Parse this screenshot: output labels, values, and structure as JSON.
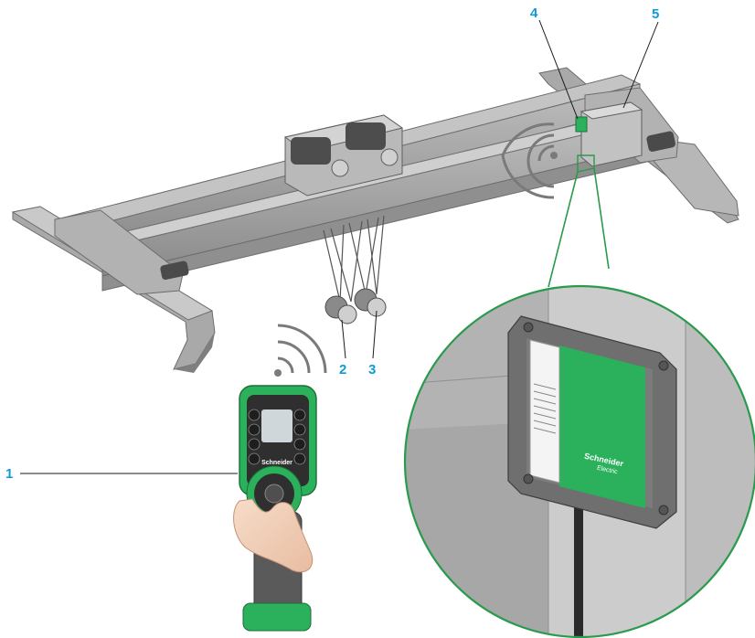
{
  "callouts": [
    {
      "id": "1",
      "label": "1"
    },
    {
      "id": "2",
      "label": "2"
    },
    {
      "id": "3",
      "label": "3"
    },
    {
      "id": "4",
      "label": "4"
    },
    {
      "id": "5",
      "label": "5"
    }
  ],
  "brand_text": "Schneider",
  "brand_sub": "Electric",
  "colors": {
    "callout": "#0d9bd7",
    "green": "#2bb15c",
    "leader": "#2a9a4c",
    "steel": "#9a9a9a",
    "steel_dark": "#6d6d6d",
    "steel_light": "#c8c8c8"
  }
}
